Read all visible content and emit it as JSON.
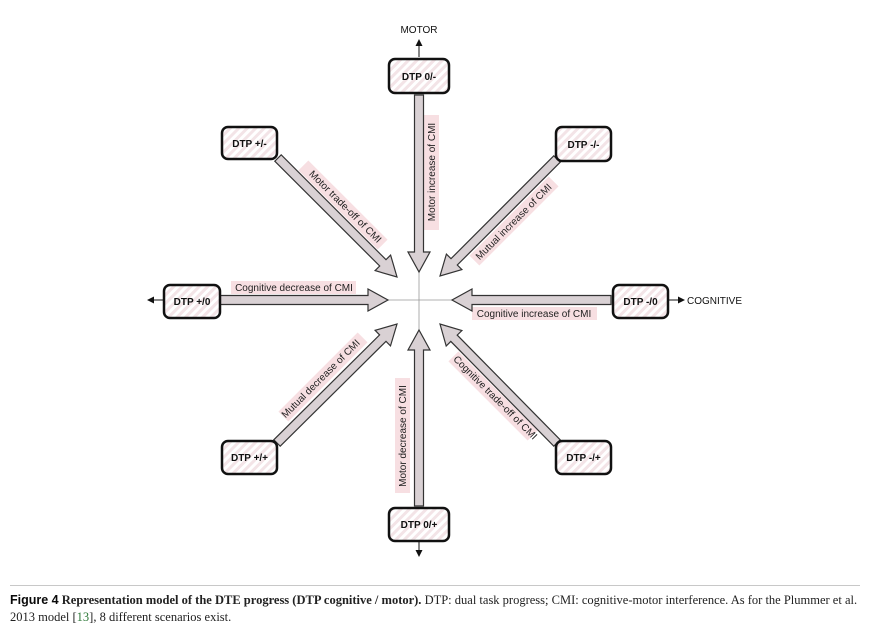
{
  "axes": {
    "y_label": "MOTOR",
    "x_label": "COGNITIVE"
  },
  "boxes": {
    "top": "DTP 0/-",
    "top_left": "DTP +/-",
    "top_right": "DTP -/-",
    "left": "DTP +/0",
    "right": "DTP -/0",
    "bottom_left": "DTP +/+",
    "bottom_right": "DTP -/+",
    "bottom": "DTP 0/+"
  },
  "arrow_labels": {
    "top": "Motor increase of CMI",
    "top_left": "Motor trade-off of CMI",
    "top_right": "Mutual increase of CMI",
    "left": "Cognitive decrease of CMI",
    "right": "Cognitive increase of CMI",
    "bottom_left": "Mutual decrease of CMI",
    "bottom_right": "Cognitive trade-off of CMI",
    "bottom": "Motor decrease of CMI"
  },
  "caption": {
    "figure": "Figure 4",
    "title": "Representation model of the DTE progress (DTP cognitive / motor).",
    "text_before_ref": "DTP: dual task progress; CMI: cognitive-motor interference. As for the Plummer et al. 2013 model [",
    "ref": "13",
    "text_after_ref": "], 8 different scenarios exist."
  },
  "colors": {
    "arrow_fill": "#d9d1d4",
    "label_band": "#f7dfe2",
    "box_stroke": "#111111",
    "ref_link": "#2f7a3a"
  }
}
